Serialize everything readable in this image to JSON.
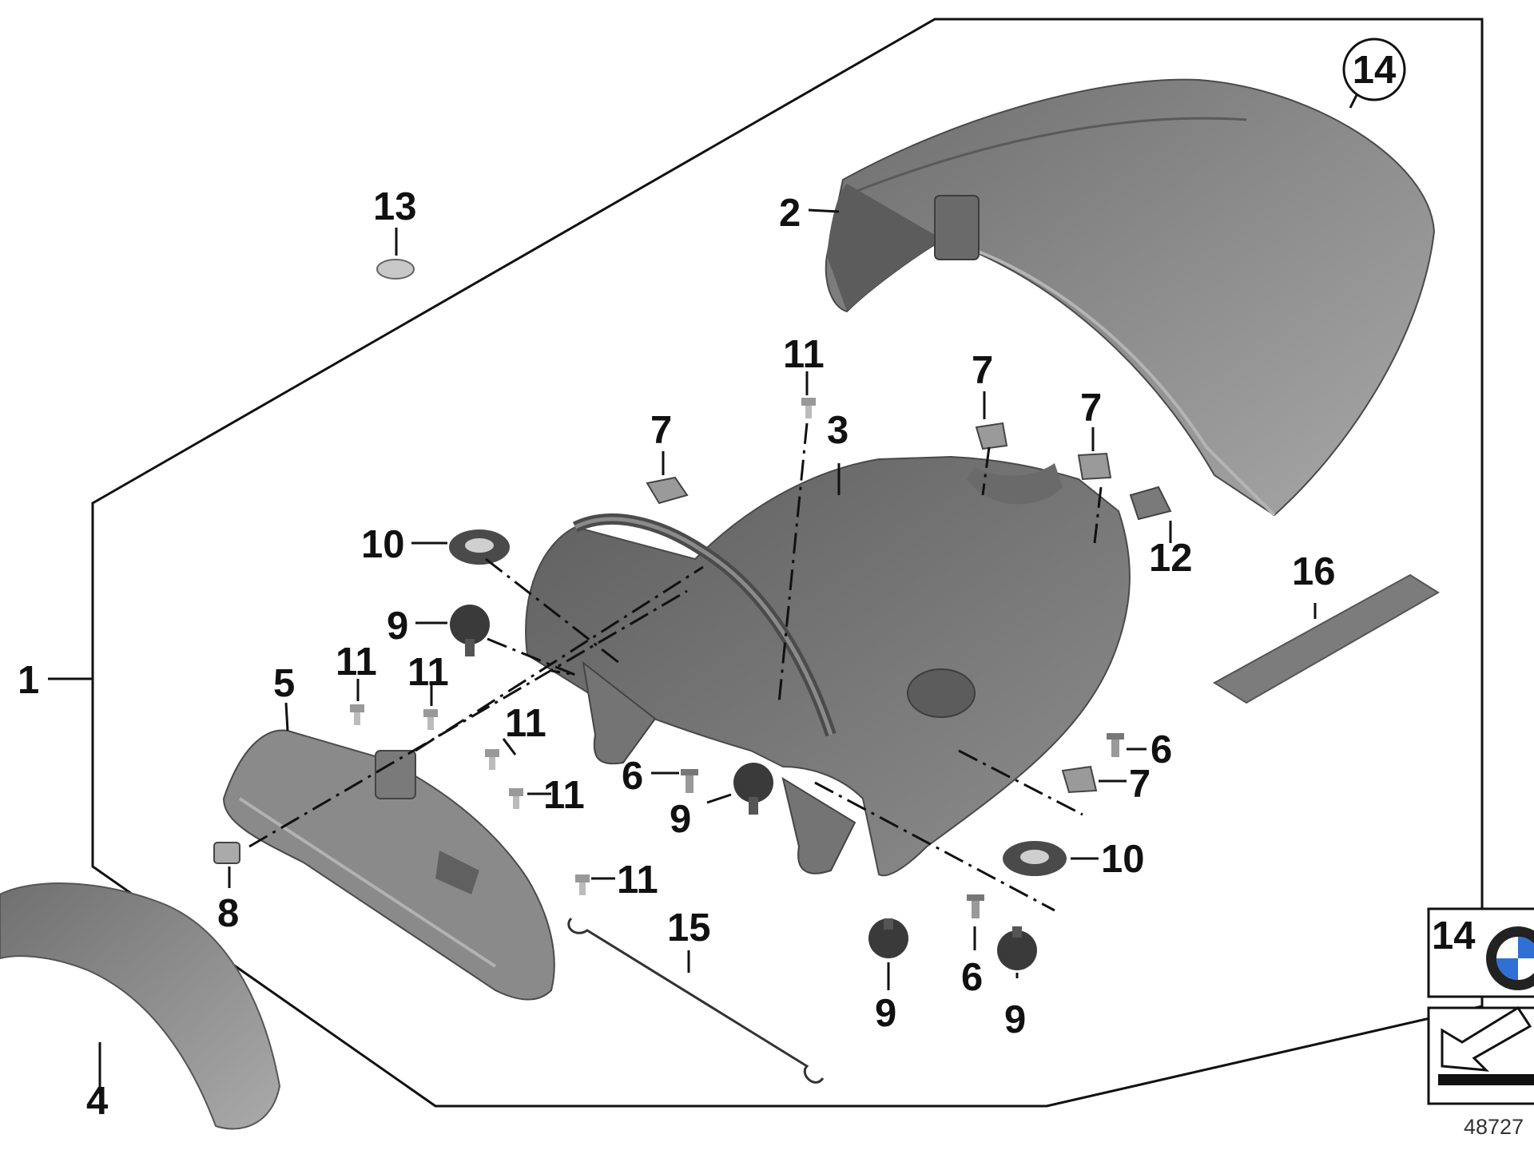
{
  "labels": {
    "l1": "1",
    "l2": "2",
    "l3": "3",
    "l4": "4",
    "l5": "5",
    "l6a": "6",
    "l6b": "6",
    "l6c": "6",
    "l7a": "7",
    "l7b": "7",
    "l7c": "7",
    "l7d": "7",
    "l8": "8",
    "l9a": "9",
    "l9b": "9",
    "l9c": "9",
    "l9d": "9",
    "l10a": "10",
    "l10b": "10",
    "l11a": "11",
    "l11b": "11",
    "l11c": "11",
    "l11d": "11",
    "l11e": "11",
    "l11f": "11",
    "l12": "12",
    "l13": "13",
    "l14": "14",
    "l15": "15",
    "l16": "16"
  },
  "legend": {
    "kit_number": "14"
  },
  "diagram_id": "48727",
  "colors": {
    "part_fill": "#7a7a7a",
    "part_dark": "#5a5a5a",
    "part_light": "#a6a6a6",
    "ink": "#111111"
  }
}
